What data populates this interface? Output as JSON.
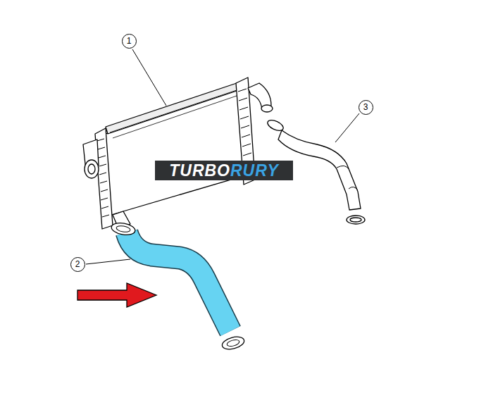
{
  "diagram": {
    "nodes": [
      {
        "text": [
          "1"
        ]
      },
      {
        "text": [
          "3"
        ]
      },
      {
        "text": [
          "TURBO",
          "RURY"
        ]
      },
      {
        "text": [
          "2"
        ]
      }
    ]
  }
}
